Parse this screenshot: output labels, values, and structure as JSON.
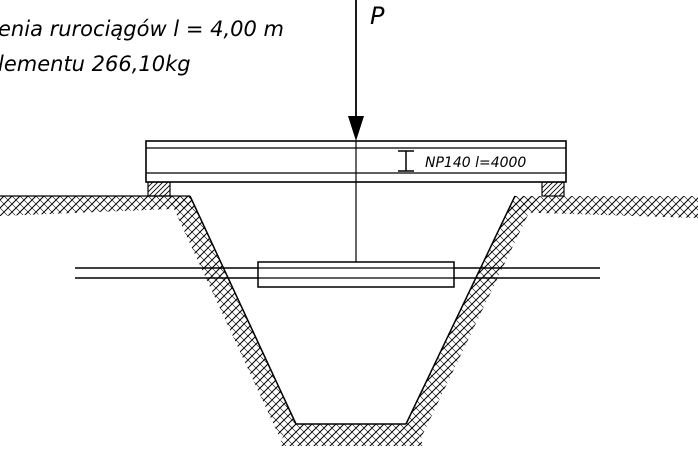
{
  "annotations": {
    "line1": "enia rurociągów l = 4,00 m",
    "line2": "lementu 266,10kg",
    "load_label": "P",
    "beam_label": "NP140 l=4000"
  },
  "colors": {
    "stroke": "#000000",
    "background": "#ffffff"
  },
  "icons": {
    "load": "down-arrow-icon",
    "section": "i-beam-section-icon"
  }
}
